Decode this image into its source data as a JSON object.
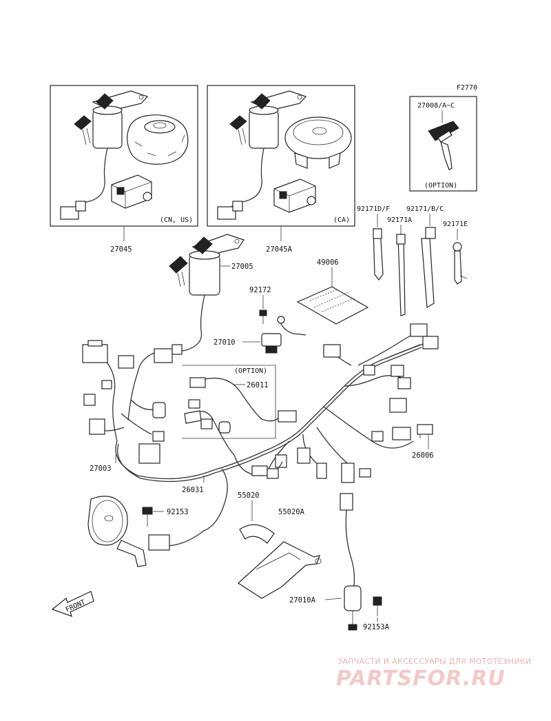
{
  "figure_code": "F2770",
  "boxes": {
    "left_variant": "(CN, US)",
    "mid_variant": "(CA)",
    "key_variant": "(OPTION)"
  },
  "parts": {
    "p27045": "27045",
    "p27045A": "27045A",
    "p27008": "27008/A~C",
    "p27005": "27005",
    "p92171DF": "92171D/F",
    "p92171A": "92171A",
    "p92171BC": "92171/B/C",
    "p92171E": "92171E",
    "p49006": "49006",
    "p92172": "92172",
    "p27010": "27010",
    "p26011": "26011",
    "option_label": "(OPTION)",
    "p27003": "27003",
    "p26031": "26031",
    "p55020": "55020",
    "p55020A": "55020A",
    "p92153": "92153",
    "p26006": "26006",
    "p27010A": "27010A",
    "p92153A": "92153A"
  },
  "front_arrow": "FRONT",
  "watermark": {
    "line1": "ЗАПЧАСТИ И АКСЕССУАРЫ ДЛЯ МОТОТЕХНИКИ",
    "line2": "PARTSFOR.RU"
  },
  "icons": [
    "ignition-switch-icon",
    "fuel-cap-icon",
    "seat-lock-icon",
    "key-icon",
    "wire-harness-icon",
    "horn-icon",
    "relay-icon",
    "cable-tie-icon",
    "bolt-icon",
    "bracket-icon",
    "sensor-switch-icon"
  ]
}
